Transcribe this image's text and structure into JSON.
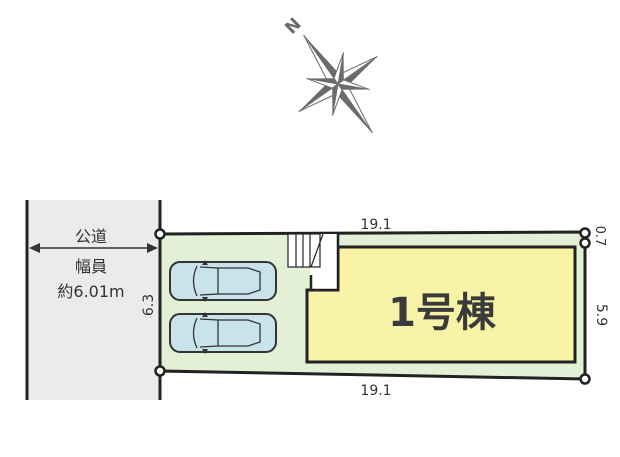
{
  "compass": {
    "north_label": "N",
    "rotation_deg": -45
  },
  "road": {
    "title": "公道",
    "width_label": "幅員",
    "width_value": "約6.01m"
  },
  "lot": {
    "top_length": "19.1",
    "bottom_length": "19.1",
    "left_length": "6.3",
    "right_upper_length": "0.7",
    "right_length": "5.9",
    "fill_color": "#e3f0d6"
  },
  "building": {
    "label": "1号棟",
    "fill_color": "#f8f3a6"
  },
  "parking": {
    "car_count": 2,
    "car_color": "#c9e3ea"
  },
  "colors": {
    "road": "#ebebeb",
    "outline": "#222222",
    "compass": "#6b6b6b"
  }
}
